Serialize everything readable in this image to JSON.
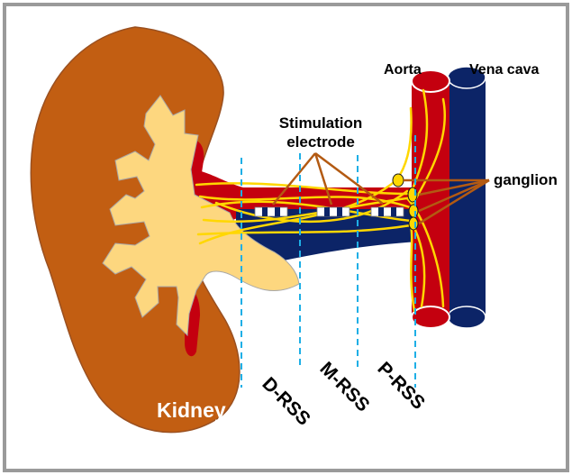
{
  "labels": {
    "kidney": "Kidney",
    "aorta": "Aorta",
    "vena_cava": "Vena cava",
    "ganglion": "ganglion",
    "electrode_line1": "Stimulation",
    "electrode_line2": "electrode",
    "d_rss": "D-RSS",
    "m_rss": "M-RSS",
    "p_rss": "P-RSS"
  },
  "colors": {
    "kidney": "#C25E12",
    "pelvis": "#FDD77F",
    "artery": "#C4000F",
    "vein": "#0C2467",
    "nerve": "#FFD700",
    "marker_line": "#1EAFE6",
    "pointer": "#B35A12",
    "frame": "#9A9A9A"
  }
}
